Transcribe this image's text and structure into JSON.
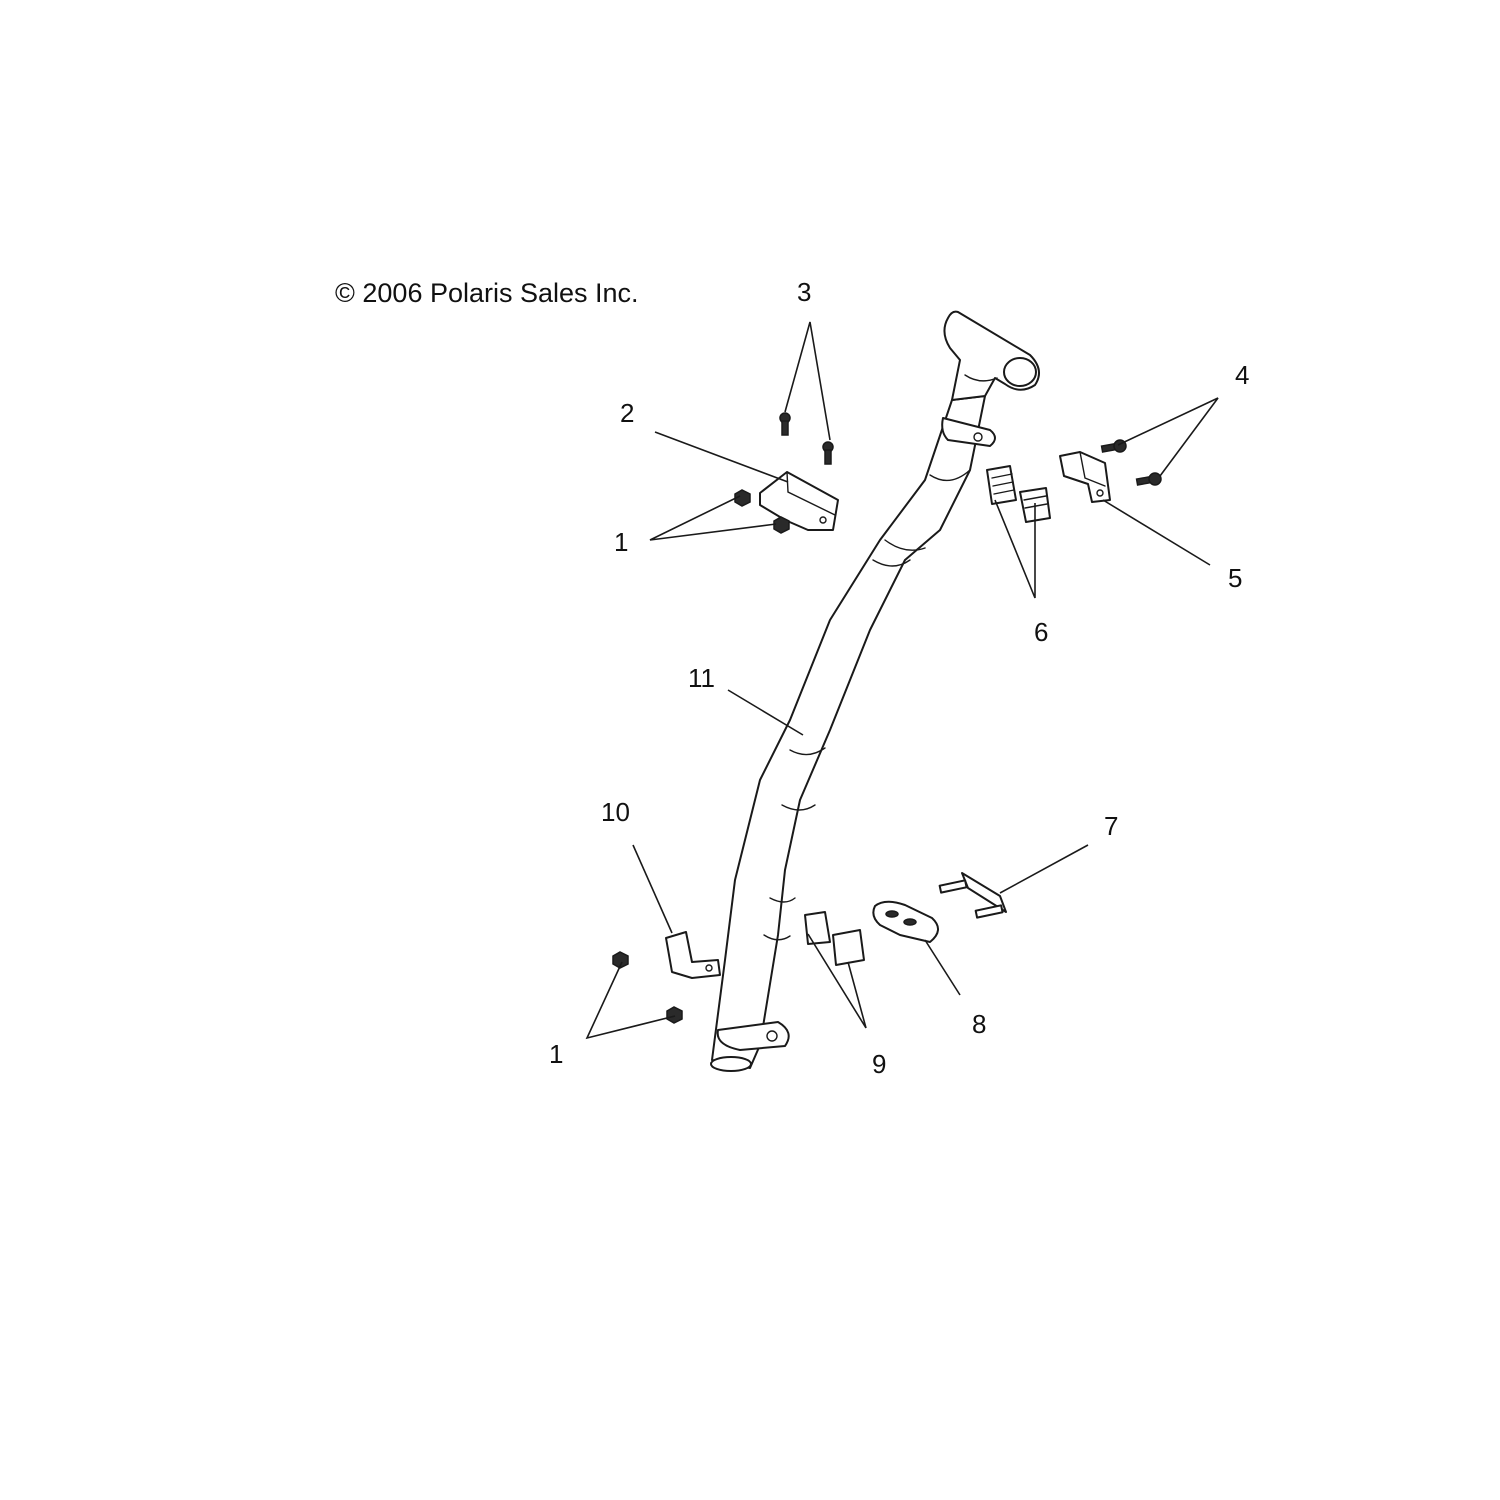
{
  "copyright": "© 2006 Polaris Sales Inc.",
  "callouts": [
    {
      "id": "c1a",
      "label": "1"
    },
    {
      "id": "c1b",
      "label": "1"
    },
    {
      "id": "c2",
      "label": "2"
    },
    {
      "id": "c3",
      "label": "3"
    },
    {
      "id": "c4",
      "label": "4"
    },
    {
      "id": "c5",
      "label": "5"
    },
    {
      "id": "c6",
      "label": "6"
    },
    {
      "id": "c7",
      "label": "7"
    },
    {
      "id": "c8",
      "label": "8"
    },
    {
      "id": "c9",
      "label": "9"
    },
    {
      "id": "c10",
      "label": "10"
    },
    {
      "id": "c11",
      "label": "11"
    }
  ]
}
